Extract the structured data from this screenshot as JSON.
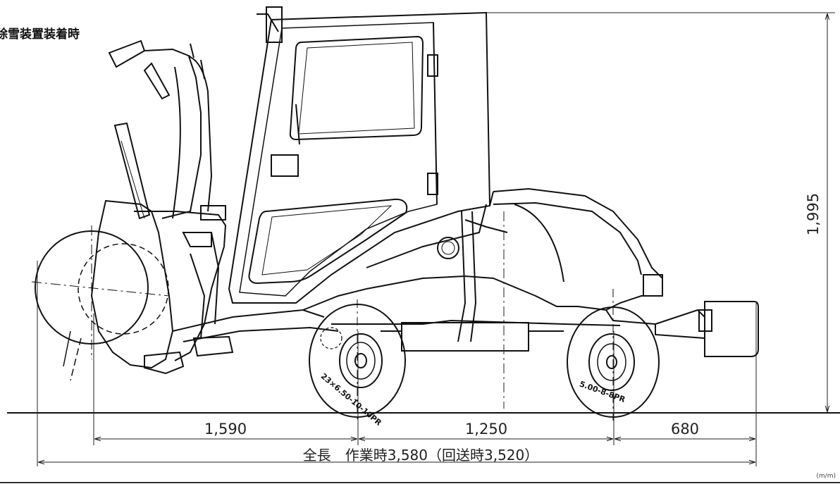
{
  "title": "除雪装置装着時",
  "dimensions": {
    "front_overhang": "1,590",
    "wheelbase": "1,250",
    "rear_overhang": "680",
    "overall_length": "全長　作業時3,580（回送時3,520）",
    "height": "1,995"
  },
  "tires": {
    "front": "23×6.50-10-10PR",
    "rear": "5.00-8-8PR"
  },
  "unit": "(m/m)"
}
